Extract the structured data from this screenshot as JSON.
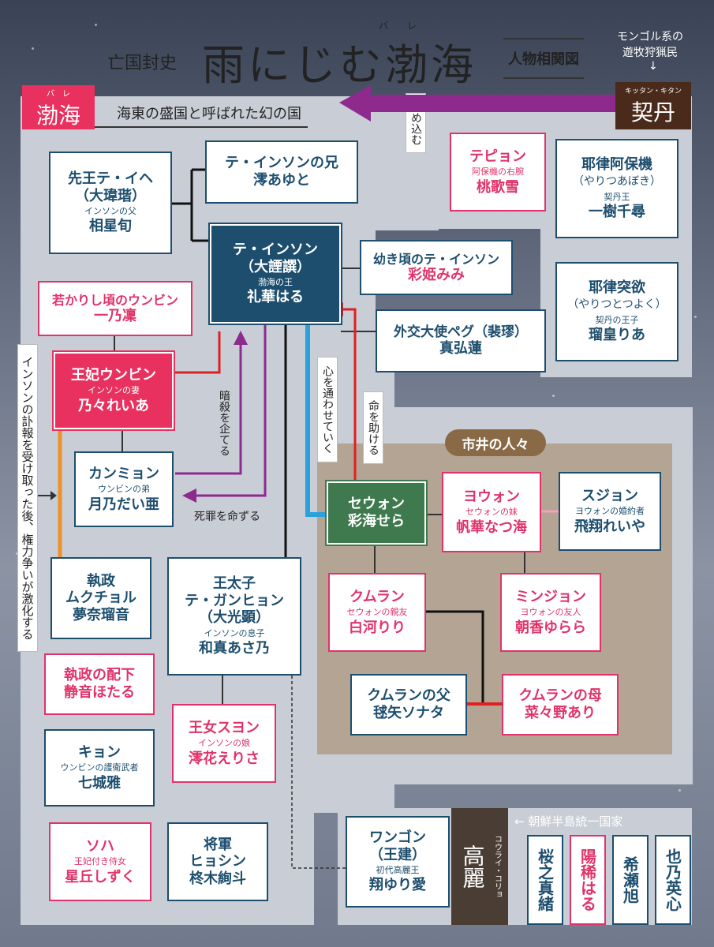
{
  "header": {
    "series": "亡国封史",
    "title": "雨にじむ渤海",
    "title_ruby": "バ　　レ",
    "chart_label": "人物相関図",
    "mongol_note_1": "モンゴル系の",
    "mongol_note_2": "遊牧狩猟民",
    "mongol_arrow": "↓"
  },
  "balhae": {
    "ruby": "バ　レ",
    "name": "渤海",
    "desc": "海東の盛国と呼ばれた幻の国"
  },
  "khitan": {
    "ruby": "キッタン・キタン",
    "name": "契丹",
    "attack_label": "攻め込む"
  },
  "goryeo": {
    "ruby": "コウライ・コリョ",
    "name": "高麗",
    "note": "← 朝鮮半島統一国家"
  },
  "commoners_label": "市井の人々",
  "relations": {
    "assassinate": "暗殺を企てる",
    "death_sentence": "死罪を命ずる",
    "heart": "心を通わせていく",
    "save_life": "命を助ける",
    "power_struggle": "インソンの訃報を受け取った後、権力争いが激化する"
  },
  "characters": {
    "king_father": {
      "t1": "先王テ・イヘ",
      "t2": "（大瑋瑎）",
      "sub": "インソンの父",
      "actor": "相星旬"
    },
    "insun_brother": {
      "t1": "テ・インソンの兄",
      "actor": "澪あゆと"
    },
    "insun": {
      "t1": "テ・インソン",
      "t2": "（大諲譔）",
      "sub": "渤海の王",
      "actor": "礼華はる"
    },
    "young_insun": {
      "t1": "幼き頃のテ・インソン",
      "actor": "彩姫みみ"
    },
    "young_unbin": {
      "t1": "若かりし頃のウンビン",
      "actor": "一乃凜"
    },
    "envoy": {
      "t1": "外交大使ペグ（裴璆）",
      "actor": "真弘蓮"
    },
    "unbin": {
      "t1": "王妃ウンビン",
      "sub": "インソンの妻",
      "actor": "乃々れいあ"
    },
    "kanmyon": {
      "t1": "カンミョン",
      "sub": "ウンビンの弟",
      "actor": "月乃だい亜"
    },
    "seon": {
      "t1": "セウォン",
      "actor": "彩海せら"
    },
    "muk": {
      "t1": "執政",
      "t2": "ムクチョル",
      "actor": "夢奈瑠音"
    },
    "prince": {
      "t1": "王太子",
      "t2": "テ・ガンヒョン",
      "t3": "（大光顕）",
      "sub": "インソンの息子",
      "actor": "和真あさ乃"
    },
    "muk_sub": {
      "t1": "執政の配下",
      "actor": "静音ほたる"
    },
    "suyon": {
      "t1": "王女スヨン",
      "sub": "インソンの娘",
      "actor": "澪花えりさ"
    },
    "kyon": {
      "t1": "キョン",
      "sub": "ウンビンの護衛武者",
      "actor": "七城雅"
    },
    "soha": {
      "t1": "ソハ",
      "sub": "王妃付き侍女",
      "actor": "星丘しずく"
    },
    "general": {
      "t1": "将軍",
      "t2": "ヒョシン",
      "actor": "柊木絢斗"
    },
    "tepyon": {
      "t1": "テピョン",
      "sub": "阿保機の右腕",
      "actor": "桃歌雪"
    },
    "abaoji": {
      "t1": "耶律阿保機",
      "t2": "（やりつあぼき）",
      "sub": "契丹王",
      "actor": "一樹千尋"
    },
    "tuyu": {
      "t1": "耶律突欲",
      "t2": "（やりつとつよく）",
      "sub": "契丹の王子",
      "actor": "瑠皇りあ"
    },
    "yowon": {
      "t1": "ヨウォン",
      "sub": "セウォンの妹",
      "actor": "帆華なつ海"
    },
    "sujon": {
      "t1": "スジョン",
      "sub": "ヨウォンの婚約者",
      "actor": "飛翔れいや"
    },
    "kumran": {
      "t1": "クムラン",
      "sub": "セウォンの親友",
      "actor": "白河りり"
    },
    "minjon": {
      "t1": "ミンジョン",
      "sub": "ヨウォンの友人",
      "actor": "朝香ゆらら"
    },
    "kumran_father": {
      "t1": "クムランの父",
      "actor": "毬矢ソナタ"
    },
    "kumran_mother": {
      "t1": "クムランの母",
      "actor": "菜々野あり"
    },
    "wanggon": {
      "t1": "ワンゴン",
      "t2": "（王建）",
      "sub": "初代高麗王",
      "actor": "翔ゆり愛"
    }
  },
  "goryeo_members": [
    "桜之真緒",
    "陽稀はる",
    "希瀬旭",
    "也乃英心"
  ],
  "colors": {
    "navy": "#1d4e6e",
    "pink": "#e0336a",
    "purple": "#8e2a8e",
    "red": "#e02020",
    "blue": "#2aa0dc",
    "orange": "#f0902a",
    "green": "#3f7a4e"
  }
}
